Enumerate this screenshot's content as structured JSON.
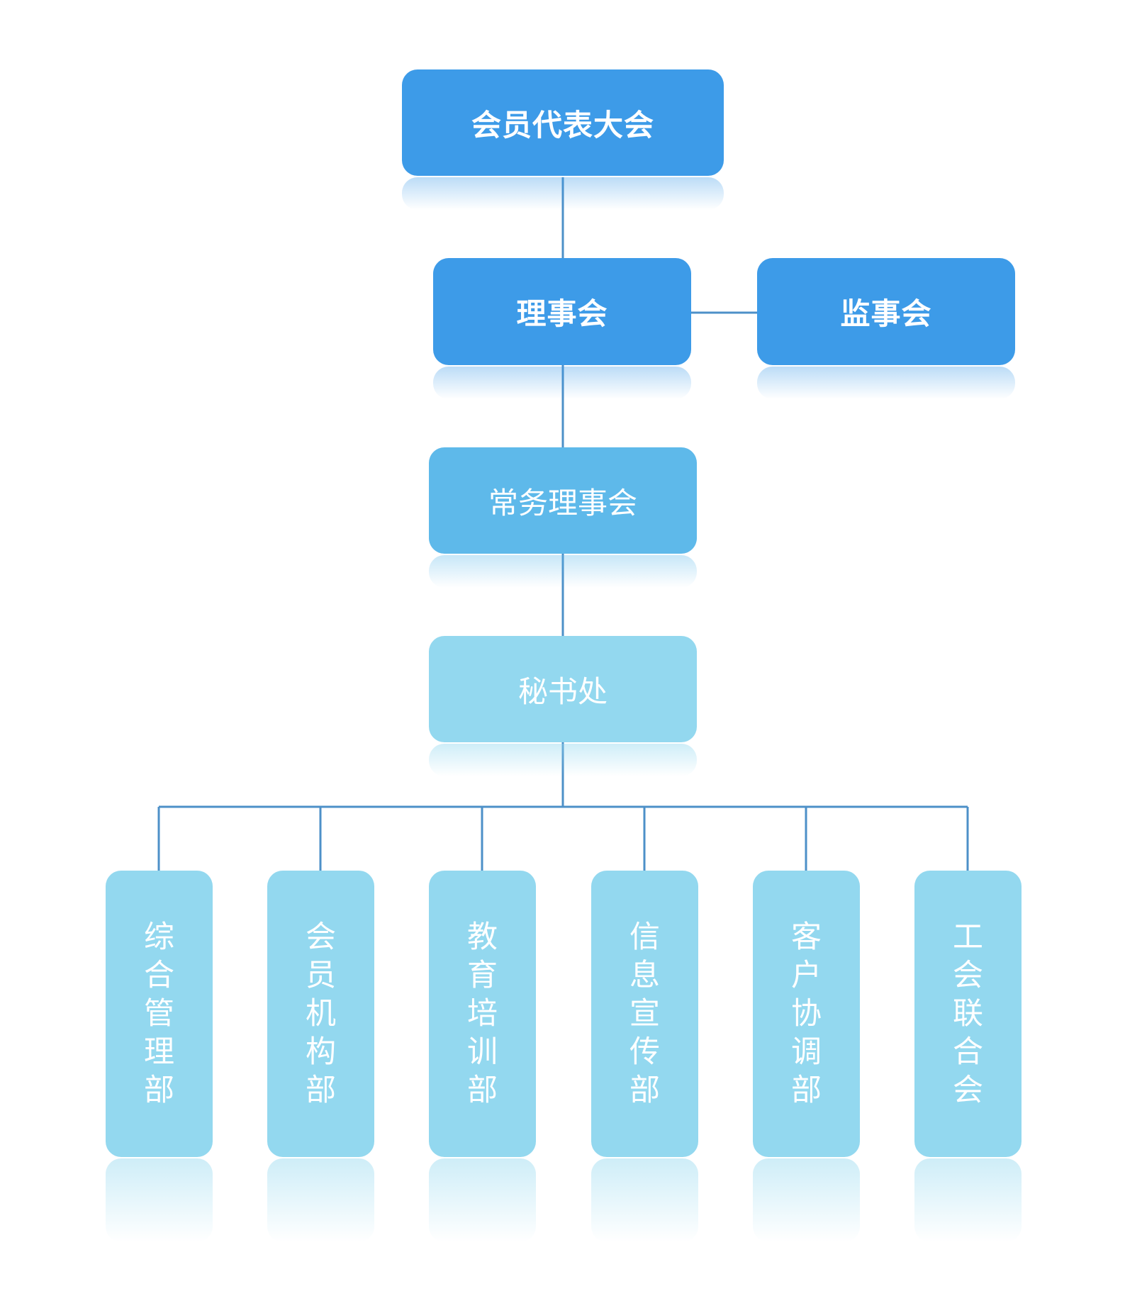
{
  "colors": {
    "level1": "#3d9be8",
    "level2": "#5eb9ea",
    "level3": "#93d8ef",
    "line": "#4d90c8"
  },
  "org": {
    "assembly": "会员代表大会",
    "board": "理事会",
    "supervisory": "监事会",
    "standing": "常务理事会",
    "secretariat": "秘书处",
    "departments": [
      "综合管理部",
      "会员机构部",
      "教育培训部",
      "信息宣传部",
      "客户协调部",
      "工会联合会"
    ]
  }
}
